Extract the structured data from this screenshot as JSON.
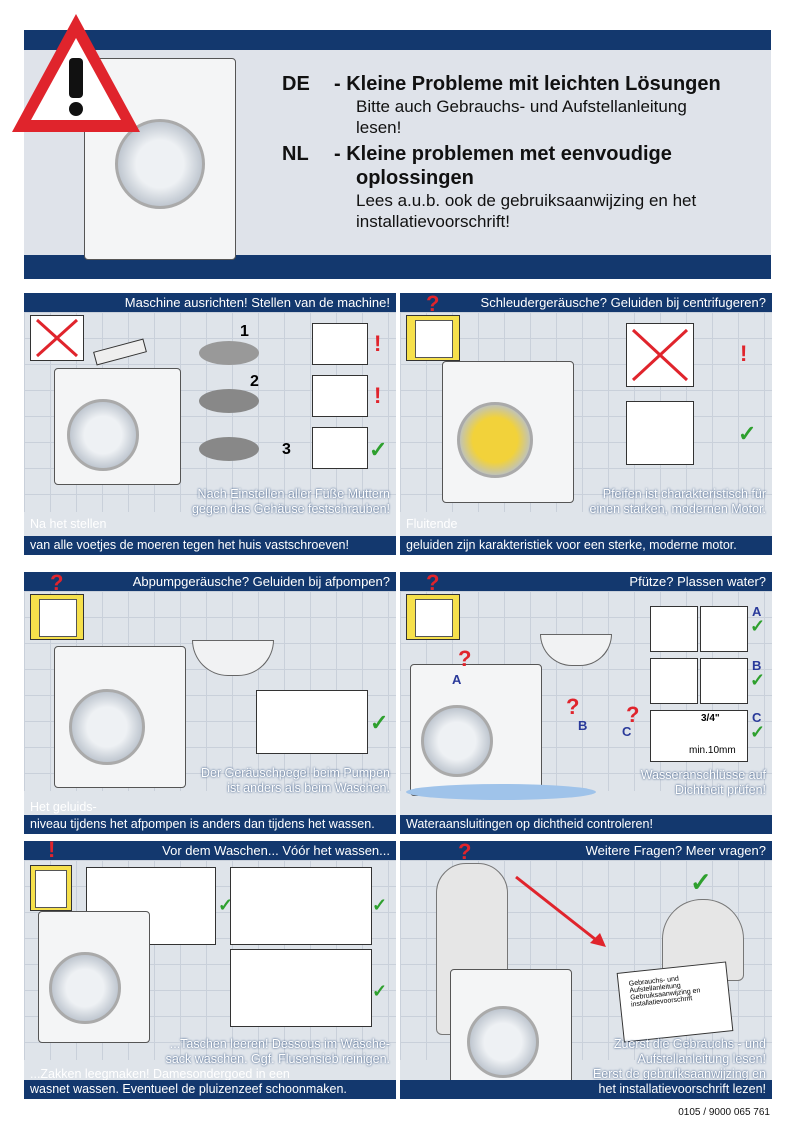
{
  "header": {
    "de_code": "DE",
    "de_title": "- Kleine Probleme mit leichten Lösungen",
    "de_sub1": "Bitte auch Gebrauchs- und Aufstellanleitung",
    "de_sub2": "lesen!",
    "nl_code": "NL",
    "nl_title1": "- Kleine problemen met eenvoudige",
    "nl_title2": "oplossingen",
    "nl_sub1": "Lees a.u.b. ook de gebruiksaanwijzing en het",
    "nl_sub2": "installatievoorschrift!"
  },
  "panels": {
    "p1": {
      "title": "Maschine ausrichten!   Stellen van de machine!",
      "steps": [
        "1",
        "2",
        "3"
      ],
      "de1": "Nach Einstellen aller Füße Muttern",
      "de2": "gegen das Gehäuse festschrauben!",
      "nl1": "Na het stellen",
      "nl2": "van alle voetjes de moeren tegen het huis vastschroeven!"
    },
    "p2": {
      "title": "Schleudergeräusche?   Geluiden bij centrifugeren?",
      "de1": "Pfeifen ist charakteristisch für",
      "de2": "einen starken, modernen Motor.",
      "nl1": "Fluitende",
      "nl2": "geluiden zijn karakteristiek voor een sterke, moderne motor."
    },
    "p3": {
      "title": "Abpumpgeräusche?   Geluiden bij afpompen?",
      "de1": "Der Geräuschpegel beim Pumpen",
      "de2": "ist anders als beim Waschen.",
      "nl1": "Het geluids-",
      "nl2": "niveau tijdens het afpompen is anders dan tijdens het wassen."
    },
    "p4": {
      "title": "Pfütze?   Plassen water?",
      "labels": [
        "A",
        "B",
        "C"
      ],
      "tool_fraction": "3/4\"",
      "measure": "min.10mm",
      "de1": "Wasseranschlüsse auf",
      "de2": "Dichtheit prüfen!",
      "nl1": "Wateraansluitingen op dichtheid controleren!"
    },
    "p5": {
      "title": "Vor dem Waschen...   Vóór het wassen...",
      "de1": "...Taschen leeren! Dessous im Wäsche-",
      "de2": "sack waschen. Ggf. Flusensieb reinigen.",
      "nl1": "...Zakken leegmaken! Damesondergoed in een",
      "nl2": "wasnet wassen. Eventueel de pluizenzeef schoonmaken."
    },
    "p6": {
      "title": "Weitere Fragen?   Meer vragen?",
      "book_text": "Gebrauchs- und Aufstellanleitung Gebruiksaanwijzing en installatievoorschrift",
      "de1": "Zuerst die Gebrauchs - und",
      "de2": "Aufstellanleitung lesen!",
      "nl1": "Eerst de gebruiksaanwijzing en",
      "nl2": "het installatievoorschrift lezen!"
    }
  },
  "footer_code": "0105 / 9000 065 761",
  "colors": {
    "navy": "#13386e",
    "red": "#e0242c",
    "green": "#2ea02e",
    "yellow": "#f6e04b"
  }
}
